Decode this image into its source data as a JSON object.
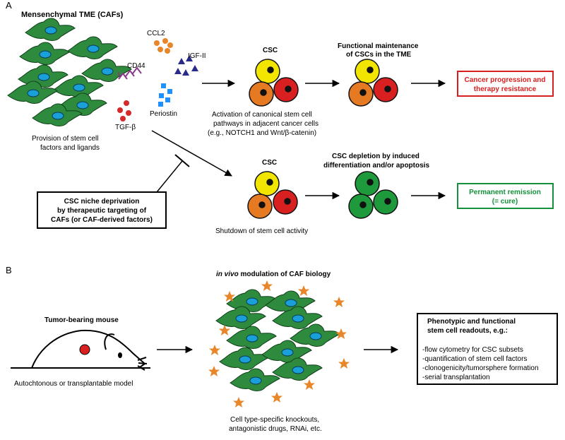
{
  "panel_a": {
    "letter": "A",
    "caf_title": "Mensenchymal TME (CAFs)",
    "factors": {
      "ccl2": "CCL2",
      "igf2": "IGF-II",
      "cd44": "CD44",
      "periostin": "Periostin",
      "tgfb": "TGF-β"
    },
    "caf_caption_1": "Provision of stem cell",
    "caf_caption_2": "factors and ligands",
    "csc_label": "CSC",
    "activation_1": "Activation of canonical stem cell",
    "activation_2": "pathways in adjacent cancer cells",
    "activation_3": "(e.g., NOTCH1 and Wnt/β-catenin)",
    "maint_1": "Functional maintenance",
    "maint_2": "of CSCs in the TME",
    "progression_1": "Cancer progression and",
    "progression_2": "therapy resistance",
    "csc_label_2": "CSC",
    "depletion_1": "CSC depletion by induced",
    "depletion_2": "differentiation and/or apoptosis",
    "remission_1": "Permanent remission",
    "remission_2": "(= cure)",
    "niche_1": "CSC niche deprivation",
    "niche_2": "by therapeutic targeting of",
    "niche_3": "CAFs (or CAF-derived factors)",
    "shutdown": "Shutdown of stem cell activity"
  },
  "panel_b": {
    "letter": "B",
    "in_vivo_italic": "in vivo",
    "in_vivo_rest": " modulation of CAF biology",
    "mouse_title": "Tumor-bearing mouse",
    "mouse_caption": "Autochtonous or transplantable model",
    "ko_1": "Cell type-specific knockouts,",
    "ko_2": "antagonistic drugs, RNAi, etc.",
    "readout_title_1": "Phenotypic and functional",
    "readout_title_2": "stem cell readouts, e.g.:",
    "readouts": [
      "-flow cytometry for CSC subsets",
      "-quantification of stem cell factors",
      "-clonogenicity/tumorsphere formation",
      "-serial transplantation"
    ]
  },
  "colors": {
    "caf_green": "#2e8b3e",
    "nucleus_blue": "#1aa0d8",
    "ccl2_orange": "#e8862a",
    "igf_navy": "#2a2a8a",
    "cd44_purple": "#8b3a8b",
    "periostin_blue": "#1e90ff",
    "tgfb_red": "#d42a2a",
    "csc_yellow": "#f2e600",
    "cell_orange": "#e67a22",
    "cell_red": "#d82020",
    "cell_green": "#1e9a3c",
    "progression_red": "#d61f1f",
    "remission_green": "#14913a",
    "star_orange": "#e8862a"
  }
}
